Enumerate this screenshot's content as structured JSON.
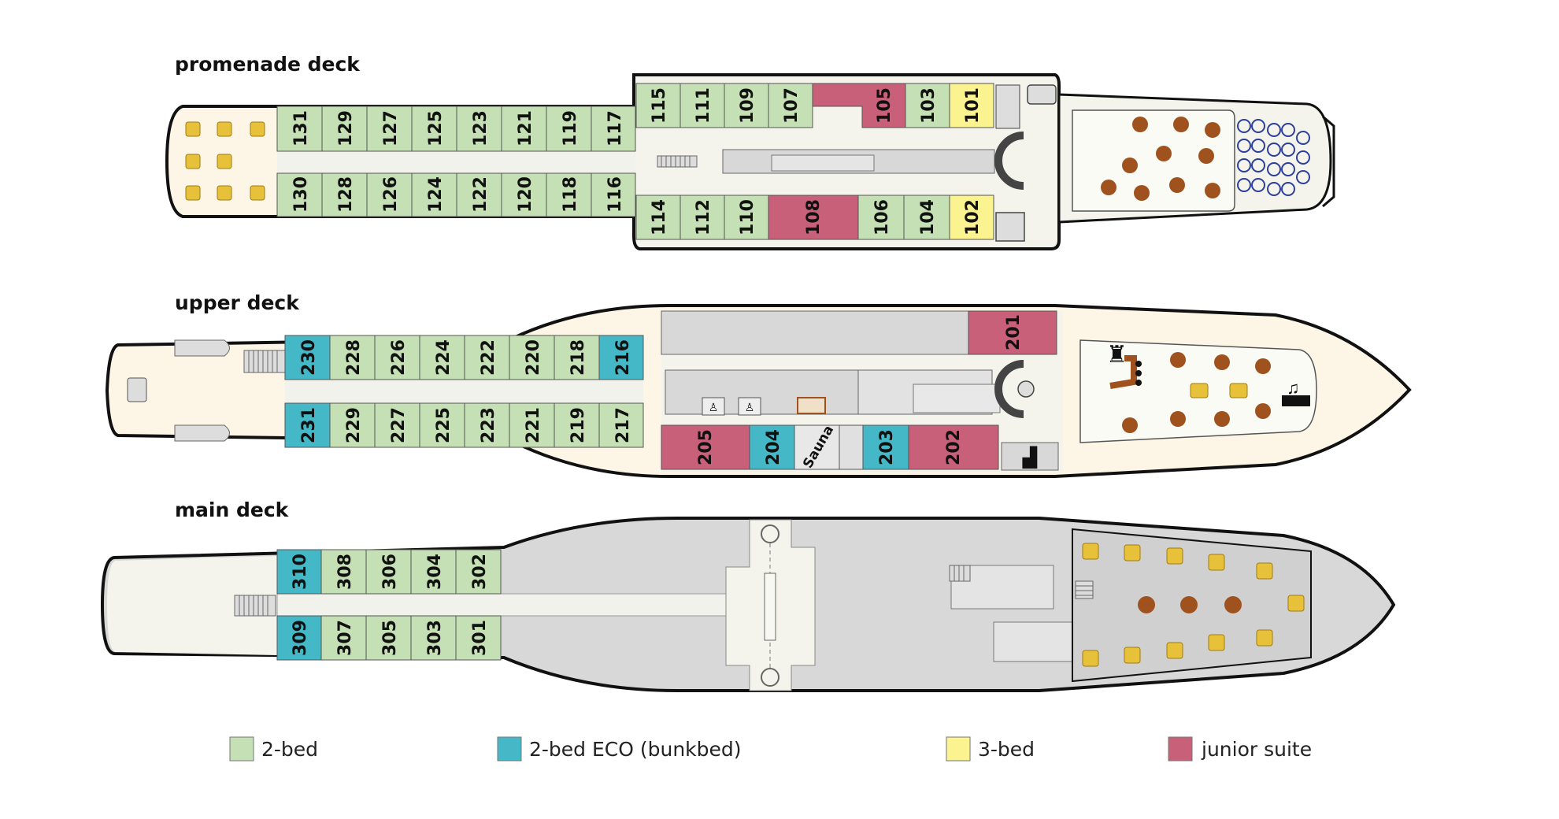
{
  "colors": {
    "two_bed": "#c5e0b4",
    "eco": "#45b8c8",
    "three_bed": "#fbf38f",
    "junior": "#c8607a",
    "hull_cream": "#fdf5e6",
    "hull_light": "#f4f4ec",
    "hull_grey": "#d8d8d8",
    "corridor": "#f2f2ec",
    "table_brown": "#a0521e",
    "chair_yellow": "#e8c13a",
    "bike_blue": "#2d3f9c"
  },
  "icons": {
    "dining_tables": "round-table-icon",
    "lounge_chairs": "lounge-chair-icon",
    "bikes": "bicycle-icon",
    "bar": "bar-icon",
    "stage": "piano-icon",
    "reception": "reception-desk-icon",
    "toilets": "toilet-icon",
    "stairs": "staircase-icon"
  },
  "decks": [
    {
      "title": "promenade deck",
      "cabins": [
        {
          "no": "131",
          "type": "two_bed"
        },
        {
          "no": "129",
          "type": "two_bed"
        },
        {
          "no": "127",
          "type": "two_bed"
        },
        {
          "no": "125",
          "type": "two_bed"
        },
        {
          "no": "123",
          "type": "two_bed"
        },
        {
          "no": "121",
          "type": "two_bed"
        },
        {
          "no": "119",
          "type": "two_bed"
        },
        {
          "no": "117",
          "type": "two_bed"
        },
        {
          "no": "130",
          "type": "two_bed"
        },
        {
          "no": "128",
          "type": "two_bed"
        },
        {
          "no": "126",
          "type": "two_bed"
        },
        {
          "no": "124",
          "type": "two_bed"
        },
        {
          "no": "122",
          "type": "two_bed"
        },
        {
          "no": "120",
          "type": "two_bed"
        },
        {
          "no": "118",
          "type": "two_bed"
        },
        {
          "no": "116",
          "type": "two_bed"
        },
        {
          "no": "115",
          "type": "two_bed"
        },
        {
          "no": "111",
          "type": "two_bed"
        },
        {
          "no": "109",
          "type": "two_bed"
        },
        {
          "no": "107",
          "type": "two_bed"
        },
        {
          "no": "105",
          "type": "junior"
        },
        {
          "no": "103",
          "type": "two_bed"
        },
        {
          "no": "101",
          "type": "three_bed"
        },
        {
          "no": "114",
          "type": "two_bed"
        },
        {
          "no": "112",
          "type": "two_bed"
        },
        {
          "no": "110",
          "type": "two_bed"
        },
        {
          "no": "108",
          "type": "junior"
        },
        {
          "no": "106",
          "type": "two_bed"
        },
        {
          "no": "104",
          "type": "two_bed"
        },
        {
          "no": "102",
          "type": "three_bed"
        }
      ]
    },
    {
      "title": "upper deck",
      "cabins": [
        {
          "no": "230",
          "type": "eco"
        },
        {
          "no": "228",
          "type": "two_bed"
        },
        {
          "no": "226",
          "type": "two_bed"
        },
        {
          "no": "224",
          "type": "two_bed"
        },
        {
          "no": "222",
          "type": "two_bed"
        },
        {
          "no": "220",
          "type": "two_bed"
        },
        {
          "no": "218",
          "type": "two_bed"
        },
        {
          "no": "216",
          "type": "eco"
        },
        {
          "no": "231",
          "type": "eco"
        },
        {
          "no": "229",
          "type": "two_bed"
        },
        {
          "no": "227",
          "type": "two_bed"
        },
        {
          "no": "225",
          "type": "two_bed"
        },
        {
          "no": "223",
          "type": "two_bed"
        },
        {
          "no": "221",
          "type": "two_bed"
        },
        {
          "no": "219",
          "type": "two_bed"
        },
        {
          "no": "217",
          "type": "two_bed"
        },
        {
          "no": "201",
          "type": "junior"
        },
        {
          "no": "205",
          "type": "junior"
        },
        {
          "no": "204",
          "type": "eco"
        },
        {
          "no": "203",
          "type": "eco"
        },
        {
          "no": "202",
          "type": "junior"
        }
      ],
      "sauna_label": "Sauna"
    },
    {
      "title": "main deck",
      "cabins": [
        {
          "no": "310",
          "type": "eco"
        },
        {
          "no": "308",
          "type": "two_bed"
        },
        {
          "no": "306",
          "type": "two_bed"
        },
        {
          "no": "304",
          "type": "two_bed"
        },
        {
          "no": "302",
          "type": "two_bed"
        },
        {
          "no": "309",
          "type": "eco"
        },
        {
          "no": "307",
          "type": "two_bed"
        },
        {
          "no": "305",
          "type": "two_bed"
        },
        {
          "no": "303",
          "type": "two_bed"
        },
        {
          "no": "301",
          "type": "two_bed"
        }
      ]
    }
  ],
  "legend": [
    {
      "label": "2-bed",
      "type": "two_bed"
    },
    {
      "label": "2-bed ECO (bunkbed)",
      "type": "eco"
    },
    {
      "label": "3-bed",
      "type": "three_bed"
    },
    {
      "label": "junior suite",
      "type": "junior"
    }
  ]
}
